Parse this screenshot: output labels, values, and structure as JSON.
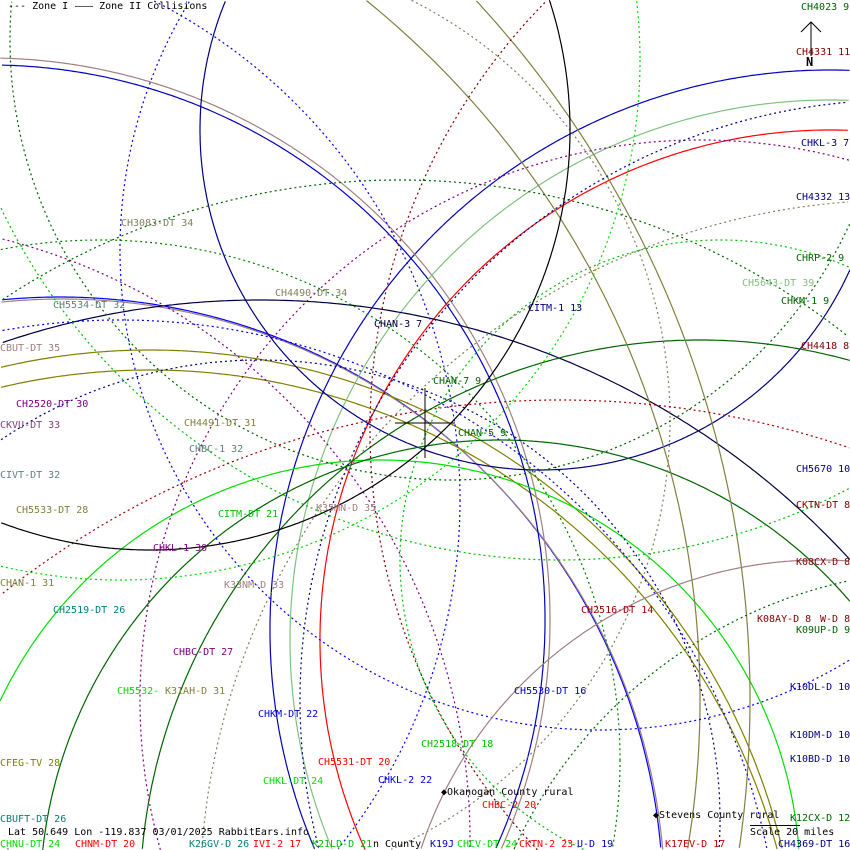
{
  "legend": {
    "zone1": "--- Zone I",
    "zone2": "——— Zone II Collisions"
  },
  "footer": {
    "coords": "Lat 50.649 Lon -119.837 03/01/2025 RabbitEars.info",
    "scale": "Scale 20 miles"
  },
  "north_label": "N",
  "places": [
    {
      "name": "Okanogan County rural"
    },
    {
      "name": "Stevens County rural"
    }
  ],
  "stations": [
    {
      "label": "CH4023 9",
      "color": "#006400"
    },
    {
      "label": "CH4331 11",
      "color": "#800000"
    },
    {
      "label": "CHKL-3 7",
      "color": "#000080"
    },
    {
      "label": "CH4332 13",
      "color": "#000080"
    },
    {
      "label": "CHRP-2 9",
      "color": "#006400"
    },
    {
      "label": "CH5643-DT 39",
      "color": "#80c080"
    },
    {
      "label": "CHKM-1 9",
      "color": "#006400"
    },
    {
      "label": "CH4418 8",
      "color": "#800000"
    },
    {
      "label": "CH5670 10",
      "color": "#000080"
    },
    {
      "label": "CKTN-DT 8",
      "color": "#800000"
    },
    {
      "label": "K08CX-D 8",
      "color": "#800000"
    },
    {
      "label": "K08AY-D 8",
      "color": "#800000"
    },
    {
      "label": "W-D 8",
      "color": "#800000"
    },
    {
      "label": "K09UP-D 9",
      "color": "#006400"
    },
    {
      "label": "K10DL-D 10",
      "color": "#000080"
    },
    {
      "label": "K10DM-D 10",
      "color": "#000080"
    },
    {
      "label": "K10BD-D 10",
      "color": "#000080"
    },
    {
      "label": "K12CX-D 12",
      "color": "#006400"
    },
    {
      "label": "CH4369-DT 16",
      "color": "#000080"
    },
    {
      "label": "K17EV-D 17",
      "color": "#c00000"
    },
    {
      "label": "U-D 19",
      "color": "#0000c0"
    },
    {
      "label": "CKTN-2 23",
      "color": "#ff0000"
    },
    {
      "label": "CHCV-DT 24",
      "color": "#00e000"
    },
    {
      "label": "K19J",
      "color": "#0000c0"
    },
    {
      "label": "n County",
      "color": "#000000"
    },
    {
      "label": "K21LD-D 21",
      "color": "#00c000"
    },
    {
      "label": "IVI-2 17",
      "color": "#ff0000"
    },
    {
      "label": "K26GV-D 26",
      "color": "#008080"
    },
    {
      "label": "CHNM-DT 20",
      "color": "#ff0000"
    },
    {
      "label": "CHNU-DT 24",
      "color": "#00e000"
    },
    {
      "label": "CBUFT-DT 26",
      "color": "#008080"
    },
    {
      "label": "CFEG-TV 28",
      "color": "#808000"
    },
    {
      "label": "CHKL-DT 24",
      "color": "#00e000"
    },
    {
      "label": "CHKL-2 22",
      "color": "#0000e0"
    },
    {
      "label": "CH5531-DT 20",
      "color": "#ff0000"
    },
    {
      "label": "CH2518-DT 18",
      "color": "#00c000"
    },
    {
      "label": "CHBC-2 20",
      "color": "#ff0000"
    },
    {
      "label": "CH5530-DT 16",
      "color": "#0000c0"
    },
    {
      "label": "CHKM-DT 22",
      "color": "#0000e0"
    },
    {
      "label": "CH5532-",
      "color": "#00e000"
    },
    {
      "label": "K31AH-D 31",
      "color": "#808040"
    },
    {
      "label": "CHBC-DT 27",
      "color": "#800080"
    },
    {
      "label": "CH2519-DT 26",
      "color": "#008080"
    },
    {
      "label": "CHAN-1 31",
      "color": "#808040"
    },
    {
      "label": "K33NM-D 33",
      "color": "#a08080"
    },
    {
      "label": "CHKL-1 30",
      "color": "#800080"
    },
    {
      "label": "CH5533-DT 28",
      "color": "#808040"
    },
    {
      "label": "CITM-DT 21",
      "color": "#00c000"
    },
    {
      "label": "K35MN-D 35",
      "color": "#a08080"
    },
    {
      "label": "CIVT-DT 32",
      "color": "#608080"
    },
    {
      "label": "CHBC-1 32",
      "color": "#608080"
    },
    {
      "label": "CKVU-DT 33",
      "color": "#804080"
    },
    {
      "label": "CH4491-DT 31",
      "color": "#808040"
    },
    {
      "label": "CH2520-DT 30",
      "color": "#800080"
    },
    {
      "label": "CBUT-DT 35",
      "color": "#a08080"
    },
    {
      "label": "CH5534-DT 32",
      "color": "#608080"
    },
    {
      "label": "CH4490-DT 34",
      "color": "#808060"
    },
    {
      "label": "CH3083-DT 34",
      "color": "#808060"
    },
    {
      "label": "CHAN-3 7",
      "color": "#000040"
    },
    {
      "label": "CITM-1 13",
      "color": "#000080"
    },
    {
      "label": "CHAN-7 9",
      "color": "#006400"
    },
    {
      "label": "CHAN-5 9",
      "color": "#006400"
    },
    {
      "label": "CH2516-DT 14",
      "color": "#a00000"
    }
  ]
}
